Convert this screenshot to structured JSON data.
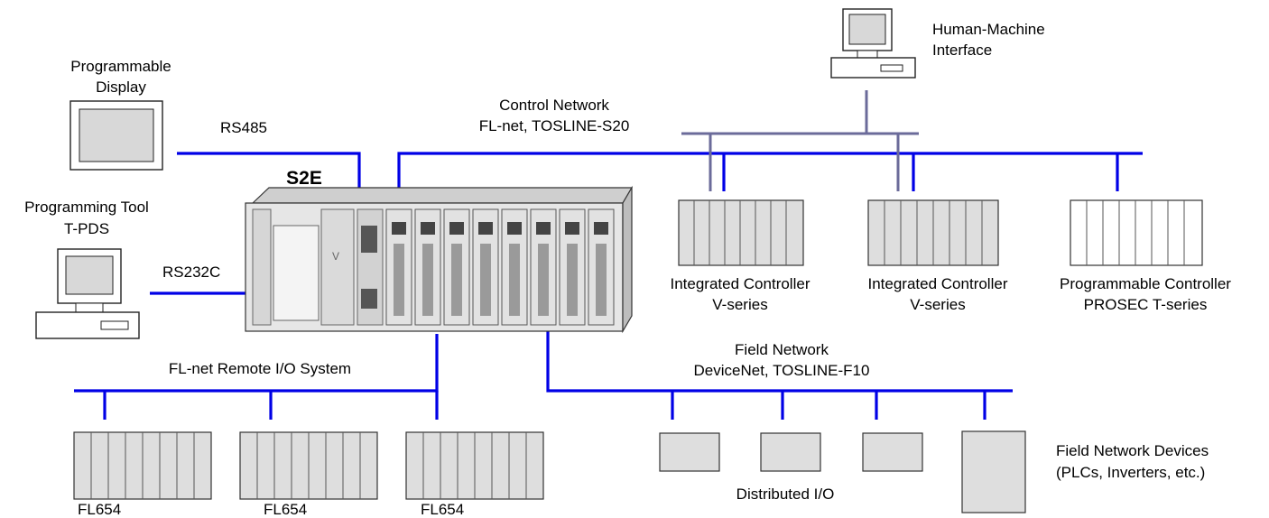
{
  "plc": {
    "name": "S2E"
  },
  "networks": {
    "rs485": "RS485",
    "rs232c": "RS232C",
    "control": {
      "line1": "Control Network",
      "line2": "FL-net, TOSLINE-S20"
    },
    "field": {
      "line1": "Field Network",
      "line2": "DeviceNet, TOSLINE-F10"
    },
    "remote_io": "FL-net Remote I/O System"
  },
  "devices": {
    "hmi": {
      "line1": "Human-Machine",
      "line2": "Interface"
    },
    "programmable_display": {
      "line1": "Programmable",
      "line2": "Display"
    },
    "programming_tool": {
      "line1": "Programming Tool",
      "line2": "T-PDS"
    },
    "controller_v1": {
      "line1": "Integrated Controller",
      "line2": "V-series"
    },
    "controller_v2": {
      "line1": "Integrated Controller",
      "line2": "V-series"
    },
    "controller_t": {
      "line1": "Programmable Controller",
      "line2": "PROSEC T-series"
    },
    "remote_units": [
      "FL654",
      "FL654",
      "FL654"
    ],
    "distributed_io": "Distributed I/O",
    "field_devices": {
      "line1": "Field Network Devices",
      "line2": "(PLCs, Inverters, etc.)"
    }
  }
}
